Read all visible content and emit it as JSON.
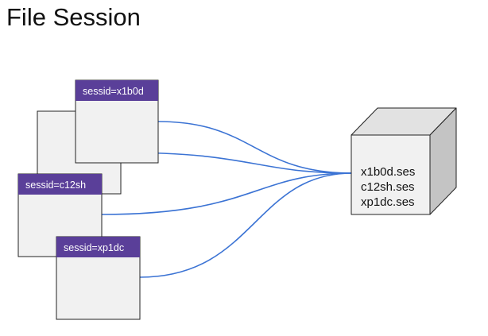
{
  "title": "File Session",
  "sessions": [
    {
      "label": ""
    },
    {
      "label": "sessid=x1b0d"
    },
    {
      "label": "sessid=c12sh"
    },
    {
      "label": "sessid=xp1dc"
    }
  ],
  "storage": {
    "files": [
      "x1b0d.ses",
      "c12sh.ses",
      "xp1dc.ses"
    ]
  },
  "colors": {
    "header": "#5a3f99",
    "box_fill": "#f1f1f1",
    "cube_front": "#f1f1f1",
    "cube_top": "#e2e2e2",
    "cube_side": "#c4c4c4",
    "connector": "#3b73d4"
  }
}
